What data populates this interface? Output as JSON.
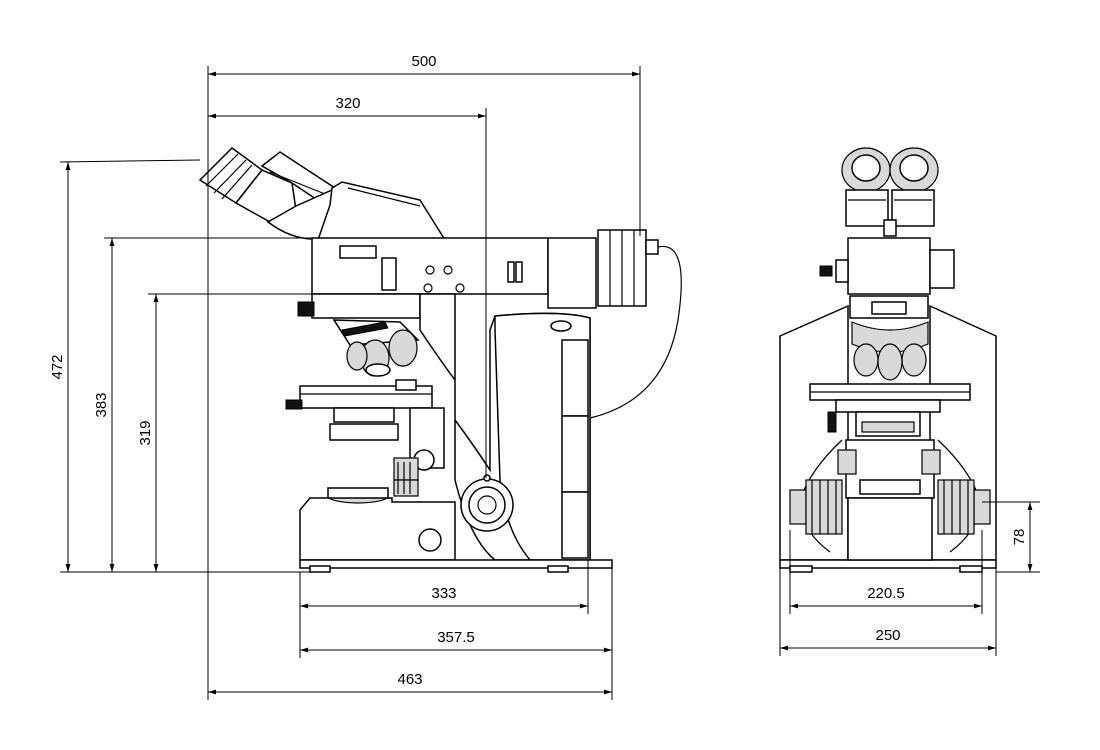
{
  "side_view": {
    "dims": {
      "width_top": "500",
      "to_center": "320",
      "height_total": "472",
      "height_arm": "383",
      "height_stage": "319",
      "base_333": "333",
      "base_357": "357.5",
      "base_463": "463"
    }
  },
  "front_view": {
    "dims": {
      "knob_width": "220.5",
      "base_width": "250",
      "knob_height": "78"
    }
  }
}
